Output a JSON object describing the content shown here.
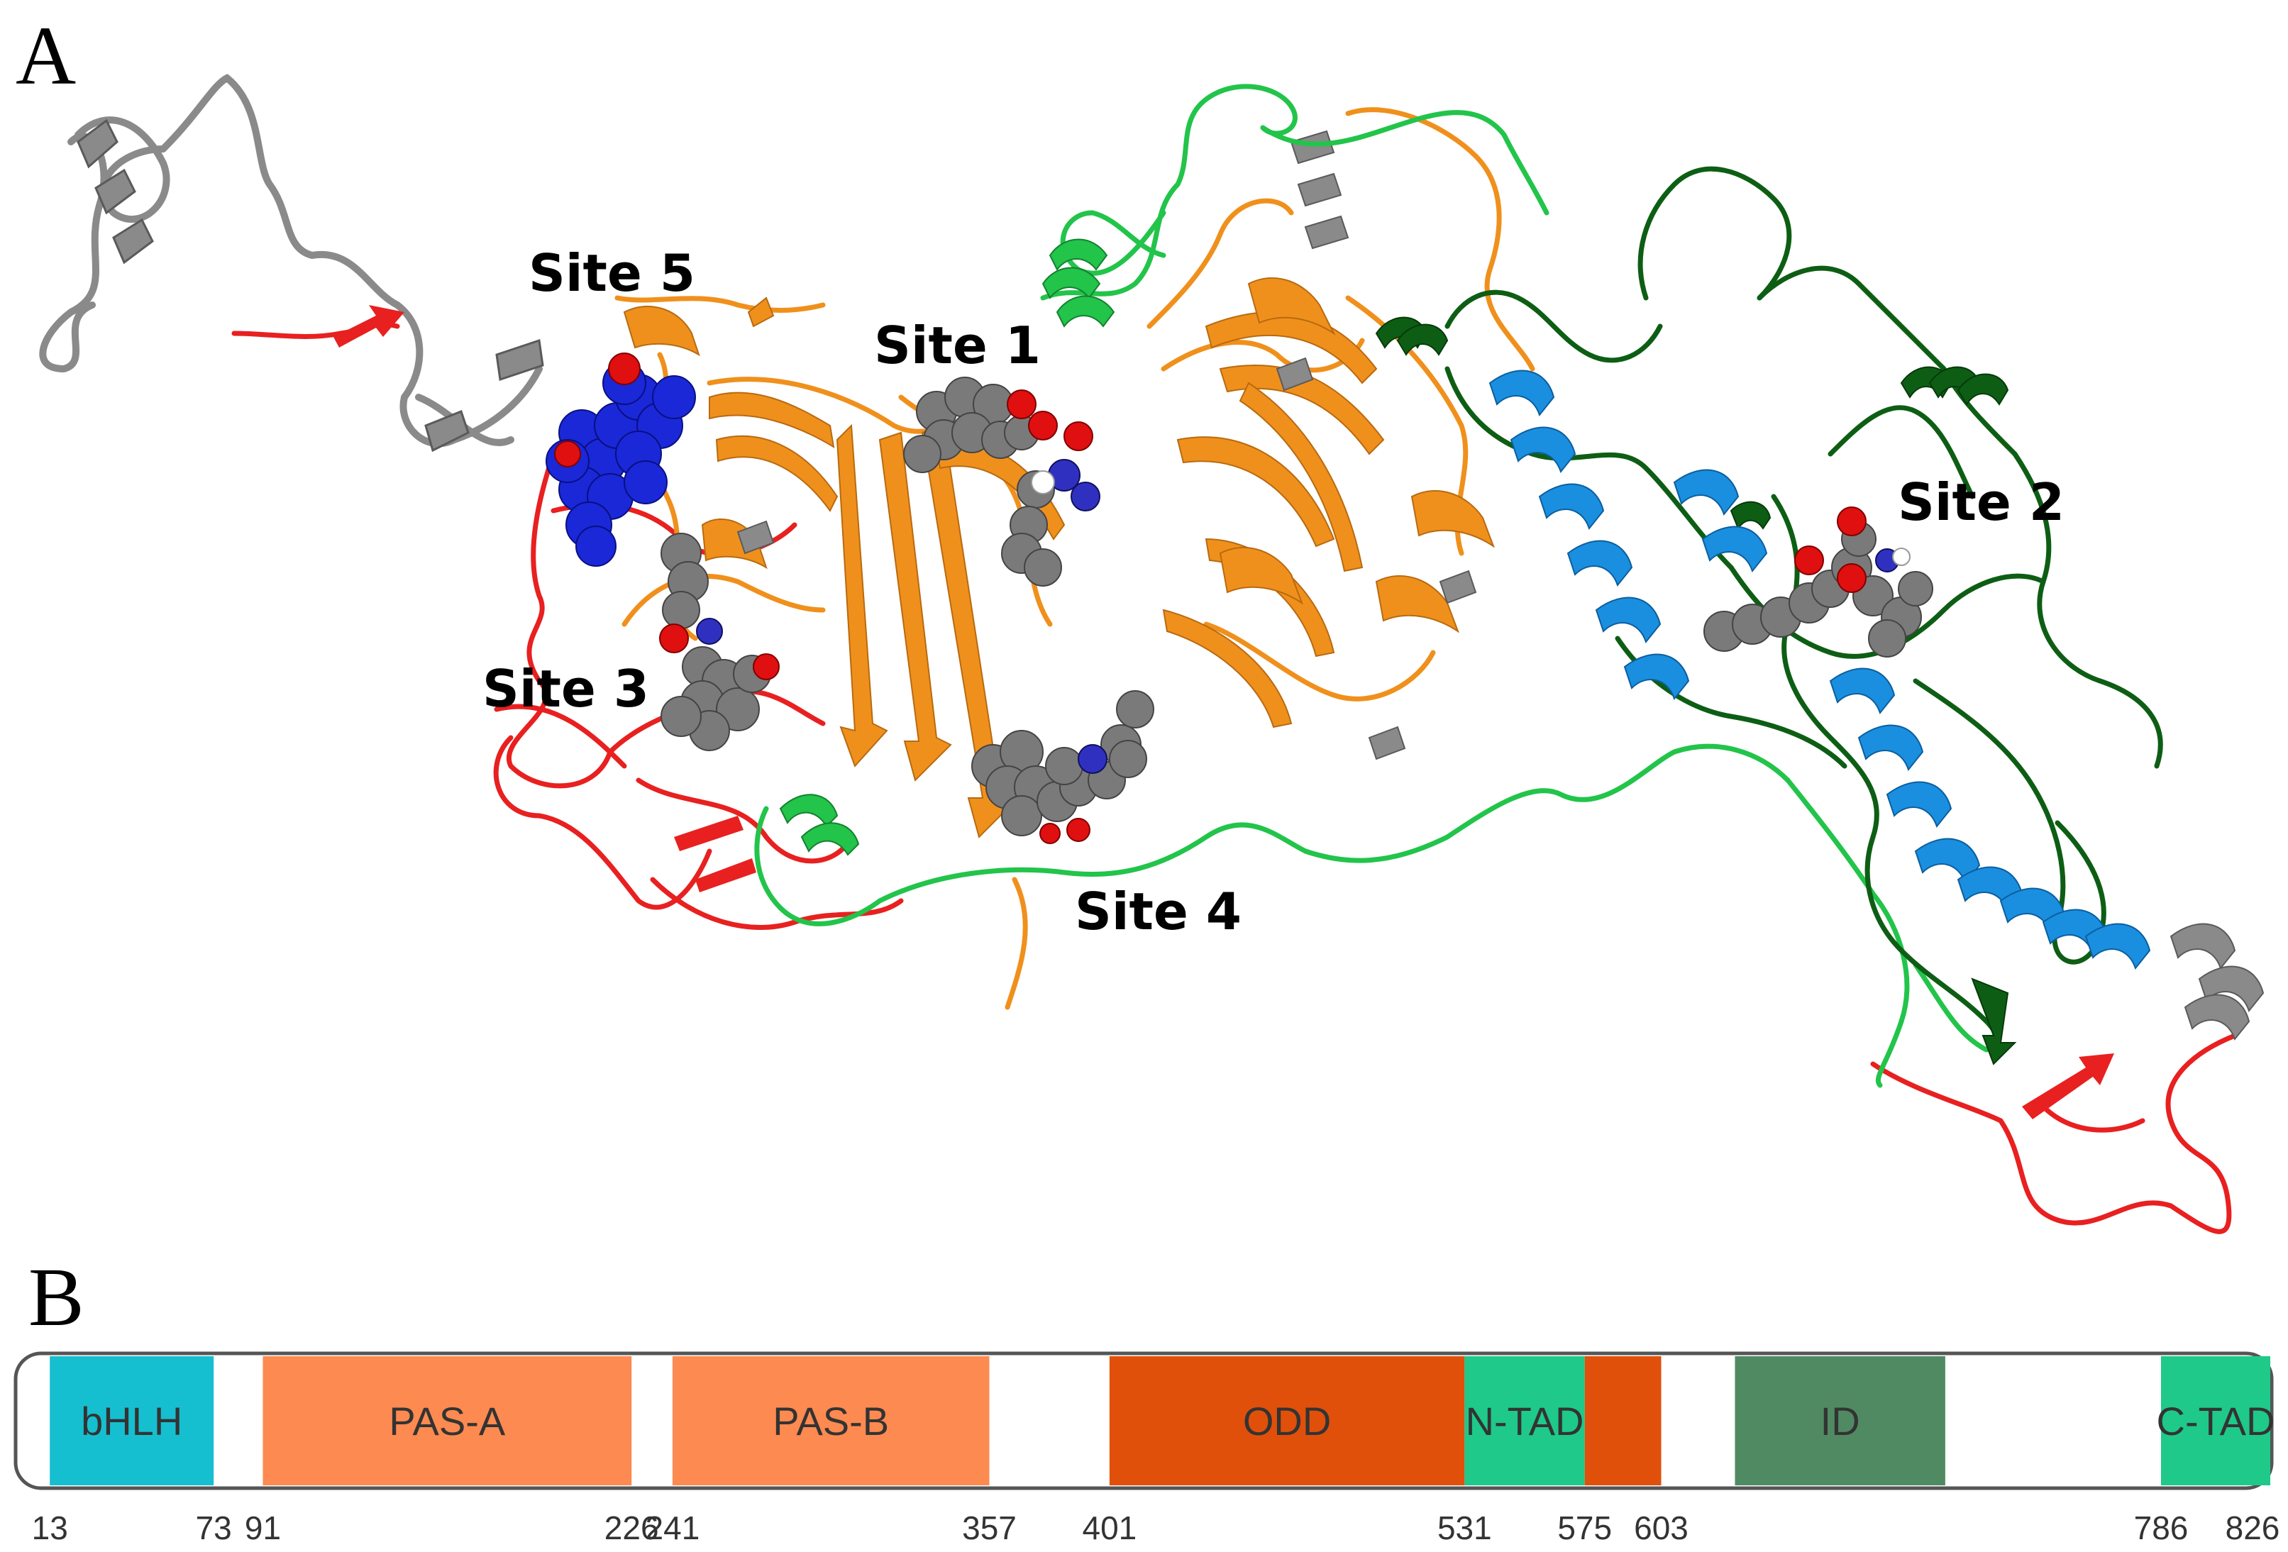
{
  "panels": {
    "a": "A",
    "b": "B"
  },
  "sites": [
    {
      "id": "site-1",
      "label": "Site 1"
    },
    {
      "id": "site-2",
      "label": "Site 2"
    },
    {
      "id": "site-3",
      "label": "Site 3"
    },
    {
      "id": "site-4",
      "label": "Site 4"
    },
    {
      "id": "site-5",
      "label": "Site 5"
    }
  ],
  "protein_length": 826,
  "domain_map": {
    "start": 1,
    "end": 826,
    "domains": [
      {
        "name": "bHLH",
        "start": 13,
        "end": 73,
        "color": "#16bfd0"
      },
      {
        "name": "PAS-A",
        "start": 91,
        "end": 226,
        "color": "#fd8a50"
      },
      {
        "name": "PAS-B",
        "start": 241,
        "end": 357,
        "color": "#fd8a50"
      },
      {
        "name": "ODD",
        "start": 401,
        "end": 531,
        "color": "#e0500a"
      },
      {
        "name": "N-TAD",
        "start": 531,
        "end": 575,
        "color": "#1ec98a"
      },
      {
        "name": "",
        "start": 575,
        "end": 603,
        "color": "#e0500a"
      },
      {
        "name": "ID",
        "start": 630,
        "end": 707,
        "color": "#4f8a63"
      },
      {
        "name": "C-TAD",
        "start": 786,
        "end": 826,
        "color": "#1ec98a"
      }
    ],
    "position_labels": [
      "13",
      "73",
      "91",
      "226",
      "241",
      "357",
      "401",
      "531",
      "575",
      "603",
      "786",
      "826"
    ]
  },
  "colors": {
    "pas_ribbon": "#f0901c",
    "odd_ribbon": "#e82020",
    "ntad_ribbon": "#22c44a",
    "ctad_ribbon": "#0d5e14",
    "helix_blue": "#1a8fe0",
    "other_ribbon": "#8a8a8a",
    "ligand_carbon": "#7a7a7a",
    "ligand_oxygen": "#e01010",
    "ligand_nitrogen": "#3030c0",
    "site5_ligand": "#1a28d8"
  }
}
